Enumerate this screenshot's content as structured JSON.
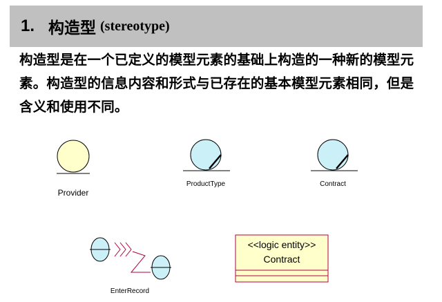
{
  "title": {
    "number": "1.",
    "chinese": "构造型",
    "english": "(stereotype)"
  },
  "paragraph": "构造型是在一个已定义的模型元素的基础上构造的一种新的模型元素。构造型的信息内容和形式与已存在的基本模型元素相同，但是含义和使用不同。",
  "diagram": {
    "provider_label": "Provider",
    "product_type_label": "ProductType",
    "contract_entity_label": "Contract",
    "enter_record_label": "EnterRecord",
    "class_stereotype": "<<logic entity>>",
    "class_name": "Contract"
  },
  "colors": {
    "title_bar": "#c0c0c0",
    "boundary_fill": "#ffffcc",
    "entity_fill": "#ccf0f8",
    "class_border": "#b00040",
    "class_fill": "#ffffcc"
  }
}
